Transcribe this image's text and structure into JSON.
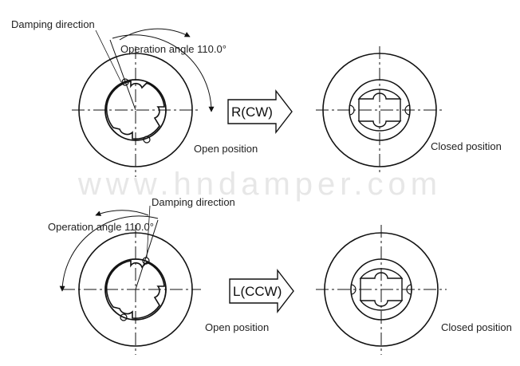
{
  "watermark": "www.hndamper.com",
  "top": {
    "damping_label": "Damping direction",
    "angle_label": "Operation angle 110.0°",
    "arrow_label": "R(CW)",
    "open_label": "Open position",
    "closed_label": "Closed position"
  },
  "bottom": {
    "damping_label": "Damping direction",
    "angle_label": "Operation angle 110.0°",
    "arrow_label": "L(CCW)",
    "open_label": "Open position",
    "closed_label": "Closed position"
  },
  "colors": {
    "line": "#111111",
    "background": "#ffffff"
  }
}
